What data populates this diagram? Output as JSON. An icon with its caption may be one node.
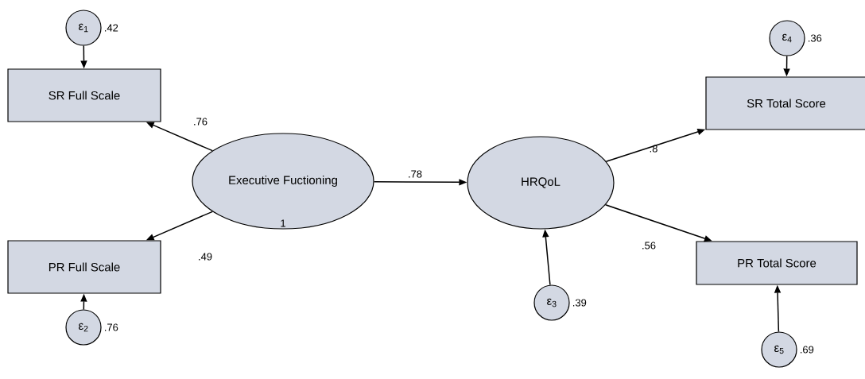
{
  "diagram": {
    "nodes": [
      {
        "text": [
          "ε$_{1}$"
        ],
        "beside": [
          ".42"
        ]
      },
      {
        "text": [
          "SR Full Scale"
        ]
      },
      {
        "text": [
          "Executive Fuctioning"
        ]
      },
      {
        "text": [
          "PR Full Scale"
        ]
      },
      {
        "text": [
          "ε$_{2}$"
        ],
        "beside": [
          ".76"
        ]
      },
      {
        "text": [
          "HRQoL"
        ]
      },
      {
        "text": [
          "ε$_{3}$"
        ],
        "beside": [
          ".39"
        ]
      },
      {
        "text": [
          "ε$_{4}$"
        ],
        "beside": [
          ".36"
        ]
      },
      {
        "text": [
          "SR Total Score"
        ]
      },
      {
        "text": [
          "PR Total Score"
        ]
      },
      {
        "text": [
          "ε$_{5}$"
        ],
        "beside": [
          ".69"
        ]
      }
    ],
    "edges": [
      {
        "from": 0,
        "to": 1,
        "arrow": "to"
      },
      {
        "from": 2,
        "to": 1,
        "arrow": "to",
        "label": ".76"
      },
      {
        "from": 2,
        "to": 3,
        "arrow": "to",
        "label": ".49"
      },
      {
        "from": 4,
        "to": 3,
        "arrow": "to"
      },
      {
        "from": 2,
        "to": 5,
        "arrow": "to",
        "label": ".78"
      },
      {
        "from": 6,
        "to": 5,
        "arrow": "to"
      },
      {
        "from": 5,
        "to": 8,
        "arrow": "to",
        "label": ".8"
      },
      {
        "from": 5,
        "to": 9,
        "arrow": "to",
        "label": ".56"
      },
      {
        "from": 7,
        "to": 8,
        "arrow": "to"
      },
      {
        "from": 10,
        "to": 9,
        "arrow": "to"
      }
    ],
    "labels": [
      "1"
    ]
  }
}
